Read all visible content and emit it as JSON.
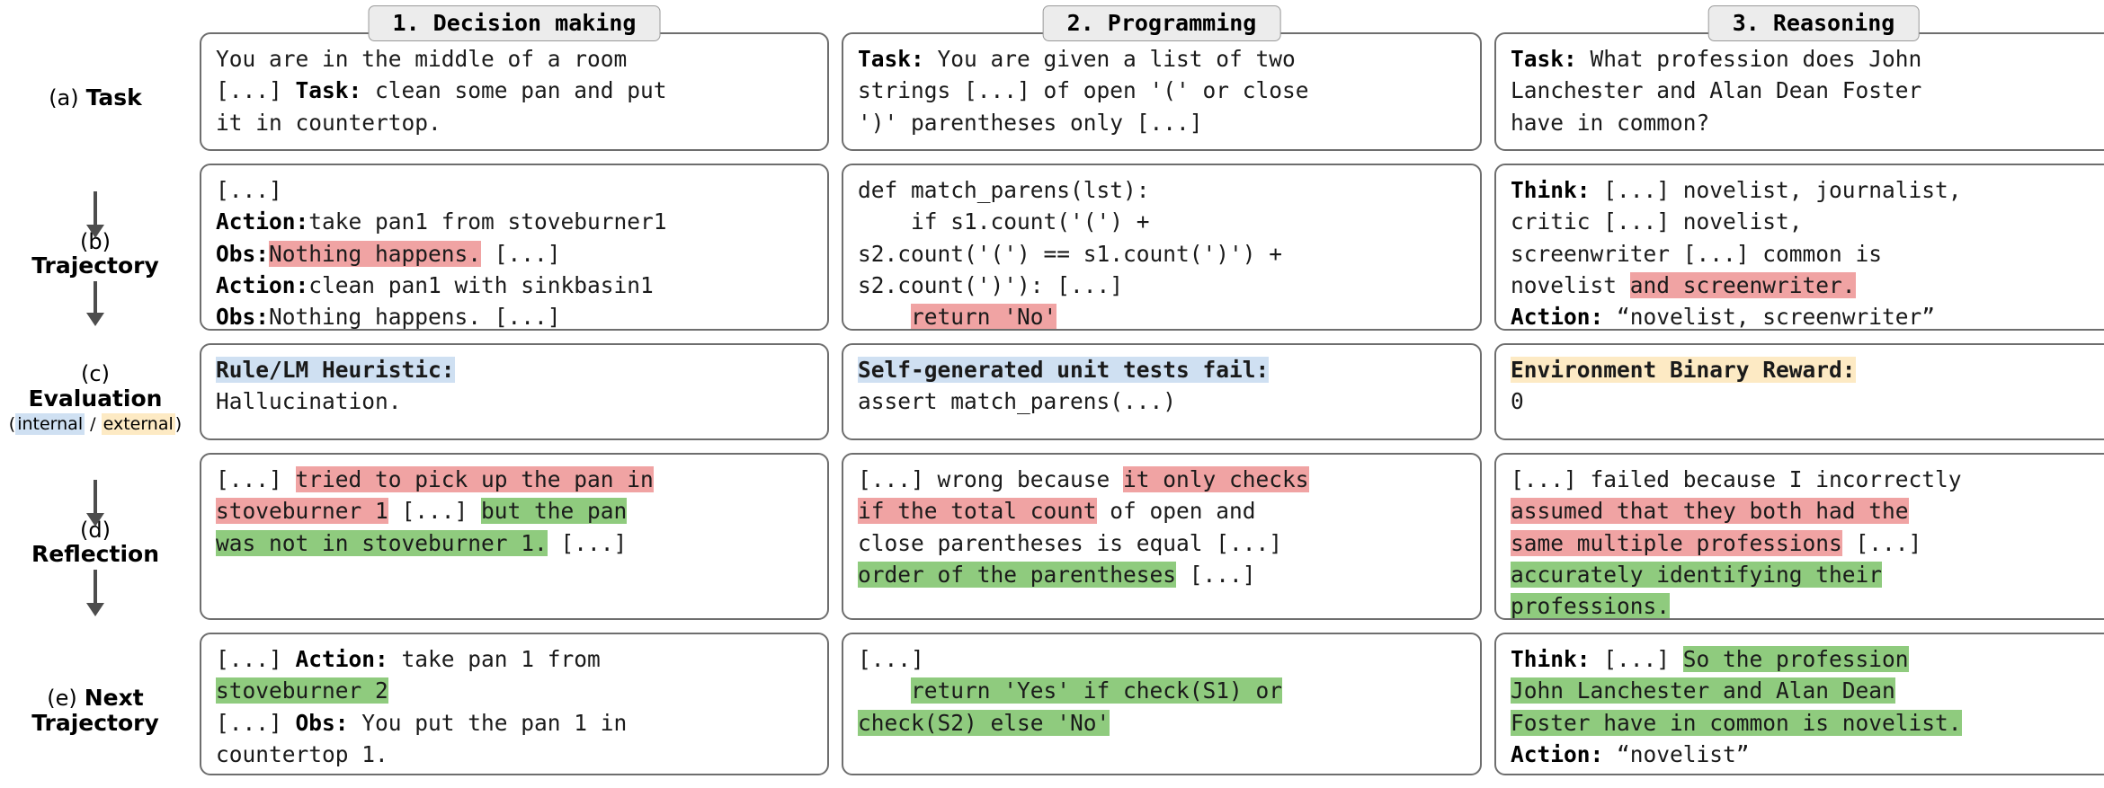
{
  "columns": [
    {
      "title": "1. Decision making"
    },
    {
      "title": "2. Programming"
    },
    {
      "title": "3. Reasoning"
    }
  ],
  "rows": [
    {
      "tag": "(a)",
      "name": "Task",
      "inline": true
    },
    {
      "tag": "(b)",
      "name": "Trajectory",
      "inline": false
    },
    {
      "tag": "(c)",
      "name": "Evaluation",
      "inline": false,
      "legend": {
        "open": "(",
        "internal": "internal",
        "sep": " / ",
        "external": "external",
        "close": ")"
      }
    },
    {
      "tag": "(d)",
      "name": "Reflection",
      "inline": false
    },
    {
      "tag": "(e)",
      "name": "Next",
      "name2": "Trajectory",
      "inline": true
    }
  ],
  "cells": {
    "task": {
      "decision": [
        {
          "t": "You are in the middle of a room\n"
        },
        {
          "t": "[...] "
        },
        {
          "t": "Task:",
          "s": "bold"
        },
        {
          "t": " clean some pan and put\nit in countertop."
        }
      ],
      "programming": [
        {
          "t": "Task:",
          "s": "bold"
        },
        {
          "t": " You are given a list of two\nstrings [...] of open '(' or close\n')' parentheses only [...]"
        }
      ],
      "reasoning": [
        {
          "t": "Task:",
          "s": "bold"
        },
        {
          "t": " What profession does John\nLanchester and Alan Dean Foster\nhave in common?"
        }
      ]
    },
    "trajectory": {
      "decision": [
        {
          "t": "[...]\n"
        },
        {
          "t": "Action:",
          "s": "bold"
        },
        {
          "t": "take pan1 from stoveburner1\n"
        },
        {
          "t": "Obs:",
          "s": "bold"
        },
        {
          "t": "Nothing happens.",
          "s": "hr"
        },
        {
          "t": " [...]\n"
        },
        {
          "t": "Action:",
          "s": "bold"
        },
        {
          "t": "clean pan1 with sinkbasin1\n"
        },
        {
          "t": "Obs:",
          "s": "bold"
        },
        {
          "t": "Nothing happens. [...]"
        }
      ],
      "programming": [
        {
          "t": "def match_parens(lst):\n    if s1.count('(') +\ns2.count('(') == s1.count(')') +\ns2.count(')'): [...]\n    "
        },
        {
          "t": "return 'No'",
          "s": "hr"
        }
      ],
      "reasoning": [
        {
          "t": "Think:",
          "s": "bold"
        },
        {
          "t": " [...] novelist, journalist,\ncritic [...] novelist,\nscreenwriter [...] common is\nnovelist "
        },
        {
          "t": "and screenwriter.",
          "s": "hr"
        },
        {
          "t": "\n"
        },
        {
          "t": "Action:",
          "s": "bold"
        },
        {
          "t": " “novelist, screenwriter”"
        }
      ]
    },
    "evaluation": {
      "decision": [
        {
          "t": "Rule/LM Heuristic:",
          "s": "hb"
        },
        {
          "t": "\nHallucination."
        }
      ],
      "programming": [
        {
          "t": "Self-generated unit tests fail:",
          "s": "hb"
        },
        {
          "t": "\nassert match_parens(...)"
        }
      ],
      "reasoning": [
        {
          "t": "Environment Binary Reward:",
          "s": "hy"
        },
        {
          "t": "\n0"
        }
      ]
    },
    "reflection": {
      "decision": [
        {
          "t": "[...] "
        },
        {
          "t": "tried to pick up the pan in",
          "s": "hr"
        },
        {
          "t": "\n"
        },
        {
          "t": "stoveburner 1",
          "s": "hr"
        },
        {
          "t": " [...] "
        },
        {
          "t": "but the pan",
          "s": "hg"
        },
        {
          "t": "\n"
        },
        {
          "t": "was not in stoveburner 1.",
          "s": "hg"
        },
        {
          "t": " [...]"
        }
      ],
      "programming": [
        {
          "t": "[...] wrong because "
        },
        {
          "t": "it only checks",
          "s": "hr"
        },
        {
          "t": "\n"
        },
        {
          "t": "if the total count",
          "s": "hr"
        },
        {
          "t": " of open and\nclose parentheses is equal [...]\n"
        },
        {
          "t": "order of the parentheses",
          "s": "hg"
        },
        {
          "t": " [...]"
        }
      ],
      "reasoning": [
        {
          "t": "[...] failed because I incorrectly\n"
        },
        {
          "t": "assumed that they both had the",
          "s": "hr"
        },
        {
          "t": "\n"
        },
        {
          "t": "same multiple professions",
          "s": "hr"
        },
        {
          "t": " [...]\n"
        },
        {
          "t": "accurately identifying their",
          "s": "hg"
        },
        {
          "t": "\n"
        },
        {
          "t": "professions.",
          "s": "hg"
        }
      ]
    },
    "next_trajectory": {
      "decision": [
        {
          "t": "[...] "
        },
        {
          "t": "Action:",
          "s": "bold"
        },
        {
          "t": " take pan 1 from\n"
        },
        {
          "t": "stoveburner 2",
          "s": "hg"
        },
        {
          "t": "\n[...] "
        },
        {
          "t": "Obs:",
          "s": "bold"
        },
        {
          "t": " You put the pan 1 in\ncountertop 1."
        }
      ],
      "programming": [
        {
          "t": "[...]\n    "
        },
        {
          "t": "return 'Yes' if check(S1) or",
          "s": "hg"
        },
        {
          "t": "\n"
        },
        {
          "t": "check(S2) else 'No'",
          "s": "hg"
        }
      ],
      "reasoning": [
        {
          "t": "Think:",
          "s": "bold"
        },
        {
          "t": " [...] "
        },
        {
          "t": "So the profession",
          "s": "hg"
        },
        {
          "t": "\n"
        },
        {
          "t": "John Lanchester and Alan Dean",
          "s": "hg"
        },
        {
          "t": "\n"
        },
        {
          "t": "Foster have in common is novelist.",
          "s": "hg"
        },
        {
          "t": "\n"
        },
        {
          "t": "Action:",
          "s": "bold"
        },
        {
          "t": " “novelist”"
        }
      ]
    }
  },
  "colors": {
    "highlight_red": "#f0a3a3",
    "highlight_green": "#8fcb7e",
    "highlight_blue": "#cfe0f2",
    "highlight_yellow": "#fdeac4",
    "box_border": "#6e6e6e",
    "chip_bg": "#ececec",
    "arrow": "#4d4d4d"
  }
}
